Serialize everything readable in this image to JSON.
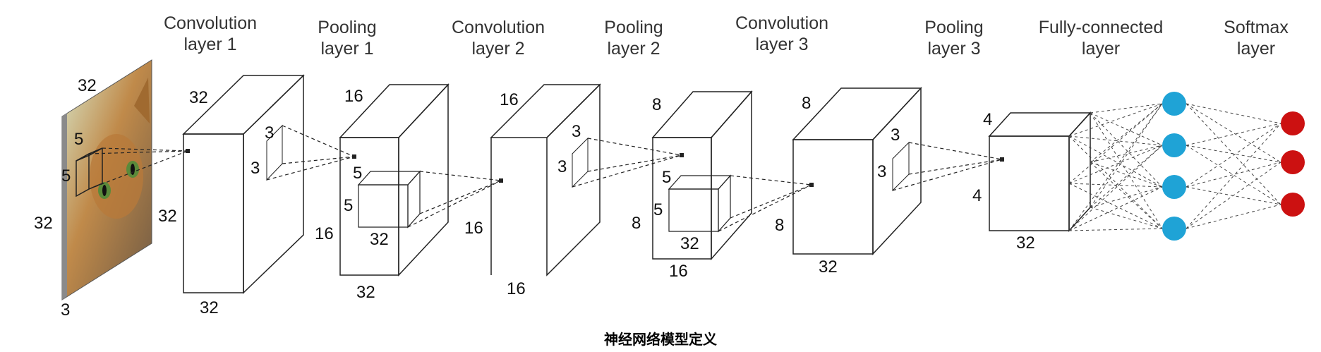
{
  "layers": [
    {
      "line1": "Convolution",
      "line2": "layer 1"
    },
    {
      "line1": "Pooling",
      "line2": "layer 1"
    },
    {
      "line1": "Convolution",
      "line2": "layer 2"
    },
    {
      "line1": "Pooling",
      "line2": "layer 2"
    },
    {
      "line1": "Convolution",
      "line2": "layer 3"
    },
    {
      "line1": "Pooling",
      "line2": "layer 3"
    },
    {
      "line1": "Fully-connected",
      "line2": "layer"
    },
    {
      "line1": "Softmax",
      "line2": "layer"
    }
  ],
  "dims": {
    "input_w": "32",
    "input_h": "32",
    "input_d": "3",
    "kernel_a": "5",
    "kernel_b": "5",
    "conv1_w": "32",
    "conv1_h": "32",
    "conv1_d": "32",
    "conv1_k1": "3",
    "conv1_k2": "3",
    "pool1_w": "16",
    "pool1_h": "16",
    "pool1_d": "32",
    "pool1_k1": "5",
    "pool1_k2": "5",
    "pool1_kd": "32",
    "conv2_w": "16",
    "conv2_h": "16",
    "conv2_d": "16",
    "conv2_k1": "3",
    "conv2_k2": "3",
    "pool2_w": "8",
    "pool2_h": "8",
    "pool2_d": "16",
    "pool2_k1": "5",
    "pool2_k2": "5",
    "pool2_kd": "32",
    "conv3_w": "8",
    "conv3_h": "8",
    "conv3_d": "32",
    "conv3_k1": "3",
    "conv3_k2": "3",
    "pool3_w": "4",
    "pool3_h": "4",
    "pool3_d": "32"
  },
  "caption": "神经网络模型定义",
  "colors": {
    "line": "#222222",
    "fc_node": "#1fa3d6",
    "softmax_node": "#cc1111",
    "label": "#333333"
  },
  "icons": {
    "input_image": "cat-photo"
  }
}
